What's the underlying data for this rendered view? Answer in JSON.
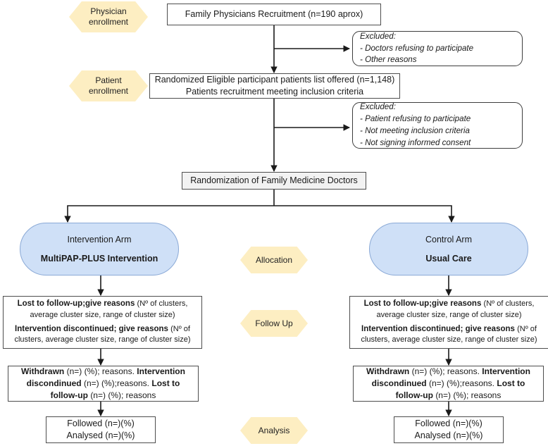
{
  "diagram": {
    "title": "CONSORT-style cluster randomized trial flow diagram",
    "colors": {
      "stage_fill": "#fdeec2",
      "stage_stroke": "#e0bb6a",
      "arm_fill": "#cfe0f7",
      "arm_stroke": "#8aa9d6",
      "box_stroke": "#4d4d4d",
      "shaded_fill": "#f2f2f2",
      "connector": "#1a1a1a"
    }
  },
  "stages": [
    {
      "id": "physician-enrollment",
      "line1": "Physician",
      "line2": "enrollment"
    },
    {
      "id": "patient-enrollment",
      "line1": "Patient",
      "line2": "enrollment"
    },
    {
      "id": "allocation",
      "line1": "Allocation",
      "line2": ""
    },
    {
      "id": "follow-up",
      "line1": "Follow Up",
      "line2": ""
    },
    {
      "id": "analysis",
      "line1": "Analysis",
      "line2": ""
    }
  ],
  "nodes": {
    "physician_recruitment": {
      "line1": "Family Physicians Recruitment (n=190 aprox)"
    },
    "excluded_physicians": {
      "heading": "Excluded:",
      "items": [
        "- Doctors refusing to participate",
        "- Other reasons"
      ]
    },
    "patient_recruitment": {
      "line1": "Randomized Eligible participant patients list offered (n=1,148)",
      "line2": "Patients recruitment meeting inclusion criteria"
    },
    "excluded_patients": {
      "heading": "Excluded:",
      "items": [
        "- Patient refusing to participate",
        "- Not meeting inclusion criteria",
        "- Not signing informed consent"
      ]
    },
    "randomization": {
      "line1": "Randomization of Family Medicine Doctors"
    },
    "intervention_arm": {
      "line1": "Intervention Arm",
      "line2": "MultiPAP-PLUS Intervention"
    },
    "control_arm": {
      "line1": "Control Arm",
      "line2": "Usual Care"
    },
    "followup_left": {
      "b1_bold": "Lost to follow-up;give reasons",
      "b1_rest": "(Nº of clusters, average cluster size, range of cluster size)",
      "b2_bold": "Intervention discontinued; give reasons",
      "b2_rest": "(Nº of clusters, average cluster size, range of cluster size)"
    },
    "followup_right": {
      "b1_bold": "Lost to follow-up;give reasons",
      "b1_rest": "(Nº of clusters, average cluster size, range of cluster size)",
      "b2_bold": "Intervention discontinued; give reasons",
      "b2_rest": "(Nº of clusters, average cluster size, range of cluster size)"
    },
    "withdrawn_left": {
      "t1": "Withdrawn",
      "t2": "(n=) (%); reasons.",
      "t3": "Intervention discondinued",
      "t4": "(n=) (%);reasons.",
      "t5": "Lost to follow-up",
      "t6": "(n=) (%); reasons"
    },
    "withdrawn_right": {
      "t1": "Withdrawn",
      "t2": "(n=) (%); reasons.",
      "t3": "Intervention discondinued",
      "t4": "(n=) (%);reasons.",
      "t5": "Lost to follow-up",
      "t6": "(n=) (%); reasons"
    },
    "analysis_left": {
      "line1": "Followed (n=)(%)",
      "line2": "Analysed (n=)(%)"
    },
    "analysis_right": {
      "line1": "Followed (n=)(%)",
      "line2": "Analysed (n=)(%)"
    }
  }
}
